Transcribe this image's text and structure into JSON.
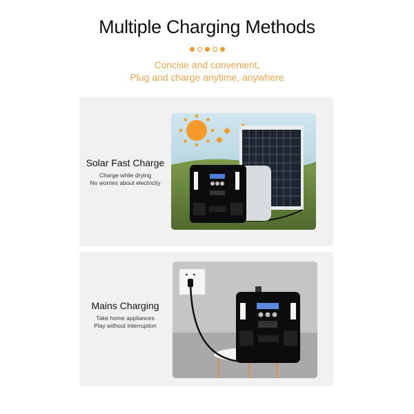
{
  "header": {
    "title": "Multiple Charging Methods",
    "dots": [
      "filled",
      "hollow",
      "filled",
      "hollow",
      "filled"
    ],
    "subtitle_line1": "Concise and convenient,",
    "subtitle_line2": "Plug and charge anytime, anywhere"
  },
  "colors": {
    "accent": "#f29a2e",
    "subtitle": "#f0a550",
    "card_bg": "#f1f1f1"
  },
  "cards": [
    {
      "title": "Solar Fast Charge",
      "desc_line1": "Charge while drying",
      "desc_line2": "No worries about electricity",
      "image": "solar-panel-power-station-photo"
    },
    {
      "title": "Mains Charging",
      "desc_line1": "Take home appliances",
      "desc_line2": "Play without interruption",
      "image": "wall-outlet-power-station-photo"
    }
  ]
}
